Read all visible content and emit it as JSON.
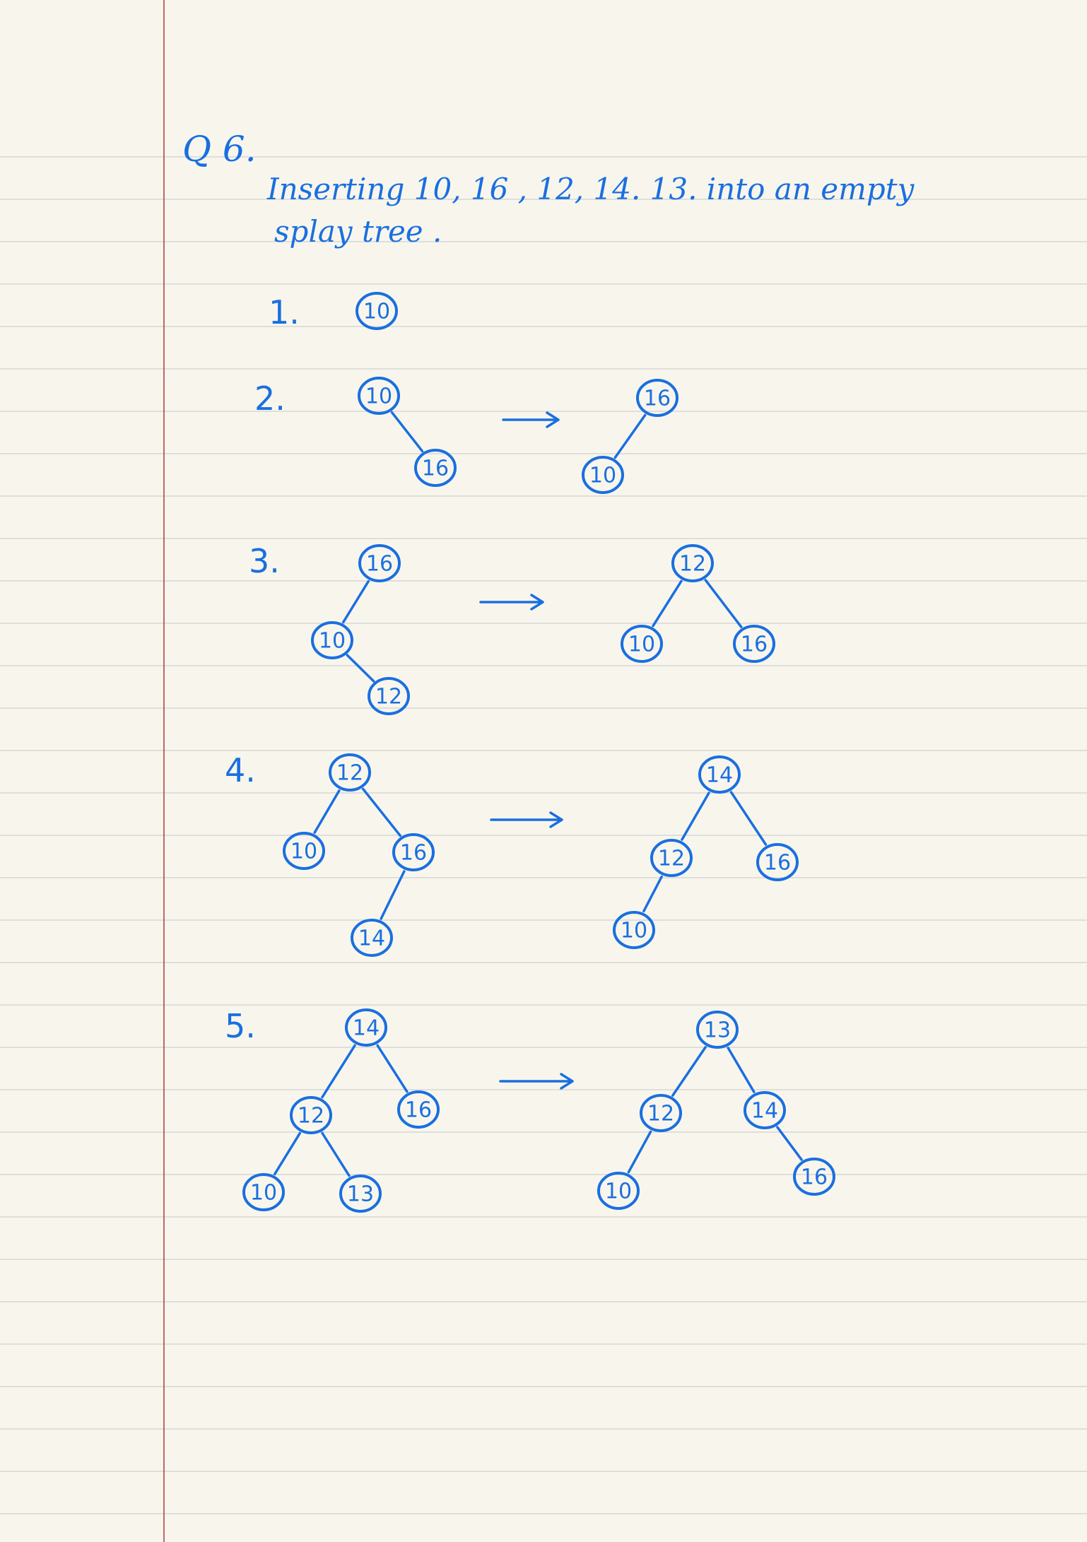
{
  "heading": "Q 6.",
  "prompt_line1": "Inserting  10,  16 ,  12,  14.  13.  into  an  empty",
  "prompt_line2": "splay  tree .",
  "steps": [
    {
      "label": "1.",
      "before": {
        "nodes": [
          {
            "id": "a",
            "value": "10"
          }
        ],
        "edges": []
      },
      "after": null
    },
    {
      "label": "2.",
      "before": {
        "nodes": [
          {
            "id": "a",
            "value": "10"
          },
          {
            "id": "b",
            "value": "16"
          }
        ],
        "edges": [
          [
            "a",
            "b"
          ]
        ]
      },
      "after": {
        "nodes": [
          {
            "id": "a",
            "value": "16"
          },
          {
            "id": "b",
            "value": "10"
          }
        ],
        "edges": [
          [
            "a",
            "b"
          ]
        ]
      }
    },
    {
      "label": "3.",
      "before": {
        "nodes": [
          {
            "id": "a",
            "value": "16"
          },
          {
            "id": "b",
            "value": "10"
          },
          {
            "id": "c",
            "value": "12"
          }
        ],
        "edges": [
          [
            "a",
            "b"
          ],
          [
            "b",
            "c"
          ]
        ]
      },
      "after": {
        "nodes": [
          {
            "id": "a",
            "value": "12"
          },
          {
            "id": "b",
            "value": "10"
          },
          {
            "id": "c",
            "value": "16"
          }
        ],
        "edges": [
          [
            "a",
            "b"
          ],
          [
            "a",
            "c"
          ]
        ]
      }
    },
    {
      "label": "4.",
      "before": {
        "nodes": [
          {
            "id": "a",
            "value": "12"
          },
          {
            "id": "b",
            "value": "10"
          },
          {
            "id": "c",
            "value": "16"
          },
          {
            "id": "d",
            "value": "14"
          }
        ],
        "edges": [
          [
            "a",
            "b"
          ],
          [
            "a",
            "c"
          ],
          [
            "c",
            "d"
          ]
        ]
      },
      "after": {
        "nodes": [
          {
            "id": "a",
            "value": "14"
          },
          {
            "id": "b",
            "value": "12"
          },
          {
            "id": "c",
            "value": "16"
          },
          {
            "id": "d",
            "value": "10"
          }
        ],
        "edges": [
          [
            "a",
            "b"
          ],
          [
            "a",
            "c"
          ],
          [
            "b",
            "d"
          ]
        ]
      }
    },
    {
      "label": "5.",
      "before": {
        "nodes": [
          {
            "id": "a",
            "value": "14"
          },
          {
            "id": "b",
            "value": "12"
          },
          {
            "id": "c",
            "value": "16"
          },
          {
            "id": "d",
            "value": "10"
          },
          {
            "id": "e",
            "value": "13"
          }
        ],
        "edges": [
          [
            "a",
            "b"
          ],
          [
            "a",
            "c"
          ],
          [
            "b",
            "d"
          ],
          [
            "b",
            "e"
          ]
        ]
      },
      "after": {
        "nodes": [
          {
            "id": "a",
            "value": "13"
          },
          {
            "id": "b",
            "value": "12"
          },
          {
            "id": "c",
            "value": "14"
          },
          {
            "id": "d",
            "value": "10"
          },
          {
            "id": "e",
            "value": "16"
          }
        ],
        "edges": [
          [
            "a",
            "b"
          ],
          [
            "a",
            "c"
          ],
          [
            "b",
            "d"
          ],
          [
            "c",
            "e"
          ]
        ]
      }
    }
  ]
}
